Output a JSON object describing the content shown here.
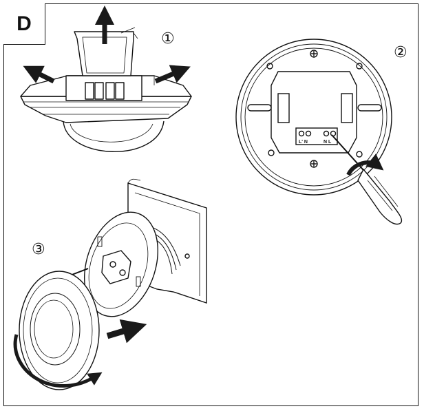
{
  "panel_label": "D",
  "steps": [
    {
      "marker": "①"
    },
    {
      "marker": "②"
    },
    {
      "marker": "③"
    }
  ],
  "terminals": {
    "left": "L' N",
    "right": "N L"
  },
  "colors": {
    "ink": "#111111",
    "arrow": "#1a1a1a",
    "background": "#ffffff"
  }
}
